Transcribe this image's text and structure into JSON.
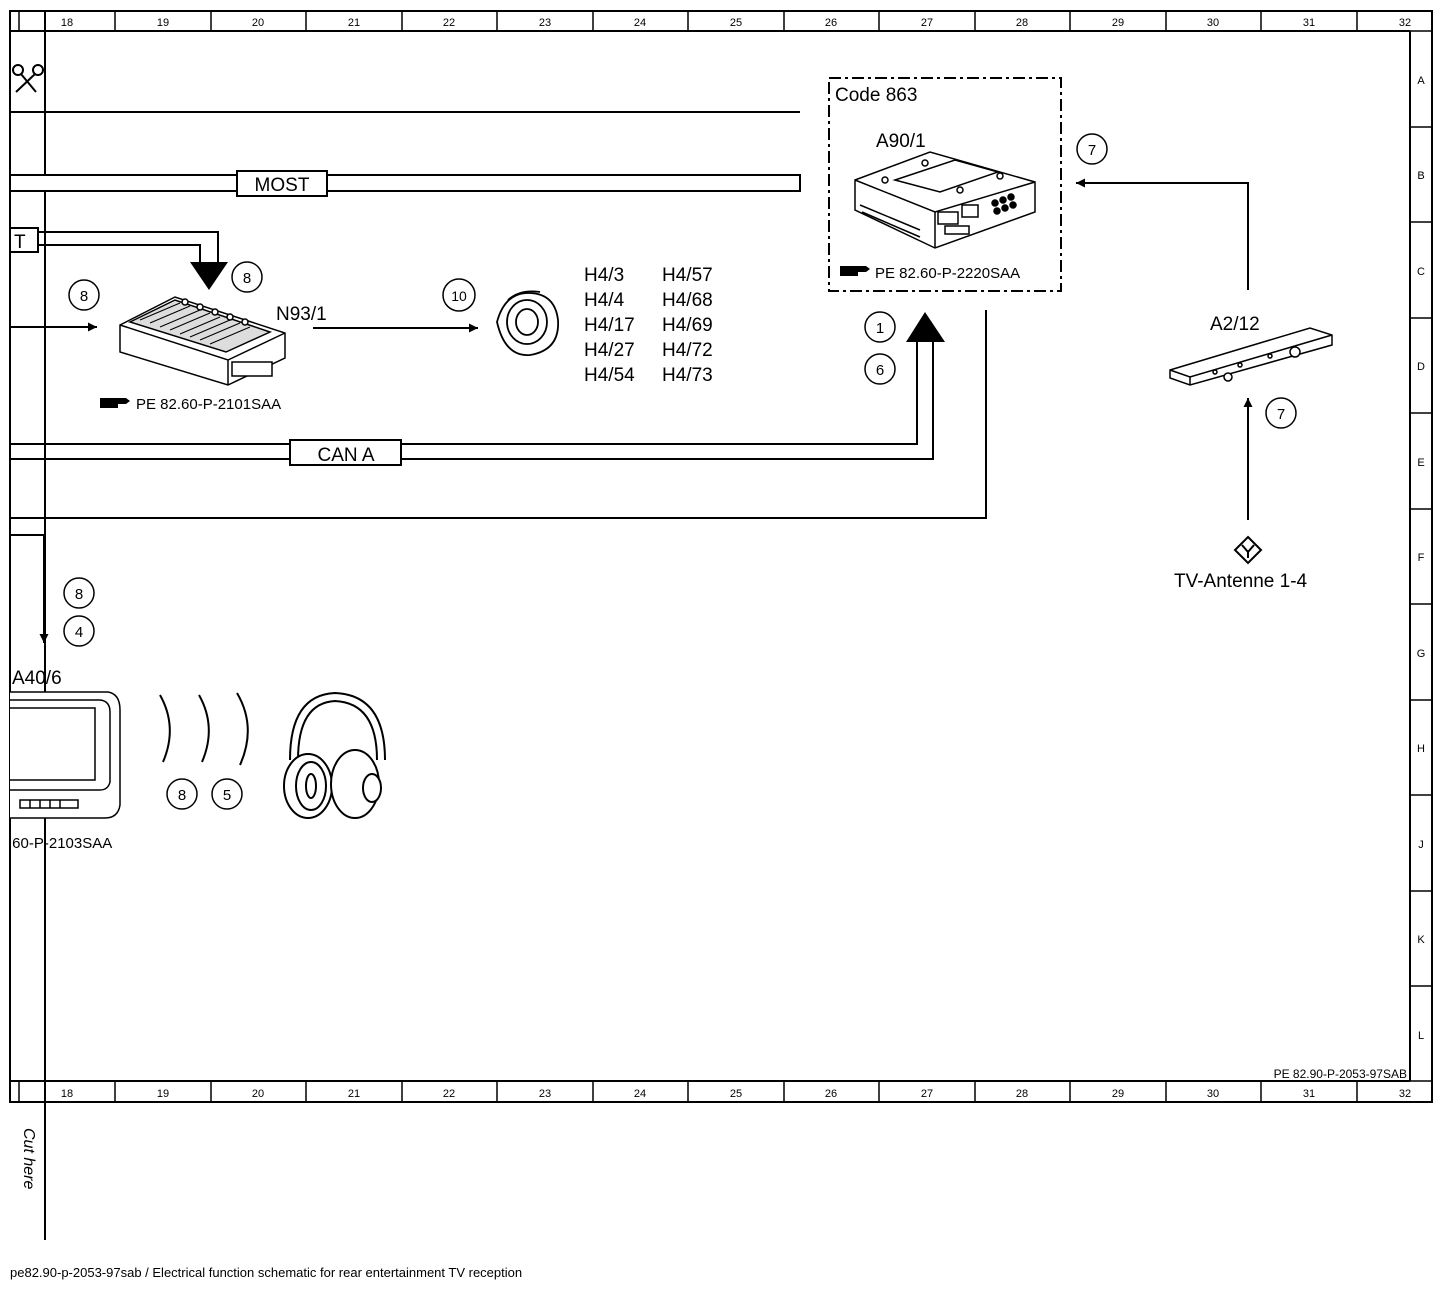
{
  "grid": {
    "columns": [
      "18",
      "19",
      "20",
      "21",
      "22",
      "23",
      "24",
      "25",
      "26",
      "27",
      "28",
      "29",
      "30",
      "31",
      "32"
    ],
    "rows": [
      "A",
      "B",
      "C",
      "D",
      "E",
      "F",
      "G",
      "H",
      "J",
      "K",
      "L"
    ]
  },
  "buses": {
    "most": "MOST",
    "can_a": "CAN A",
    "cut_label_fragment": "T"
  },
  "components": {
    "a90_1": {
      "code": "Code 863",
      "id": "A90/1",
      "ref": "PE 82.60-P-2220SAA"
    },
    "n93_1": {
      "id": "N93/1",
      "ref": "PE 82.60-P-2101SAA"
    },
    "a2_12": {
      "id": "A2/12"
    },
    "a40_6": {
      "id": "A40/6",
      "ref": ".60-P-2103SAA"
    },
    "tv_antenna": {
      "label": "TV-Antenne 1-4"
    }
  },
  "speakers": {
    "col1": [
      "H4/3",
      "H4/4",
      "H4/17",
      "H4/27",
      "H4/54"
    ],
    "col2": [
      "H4/57",
      "H4/68",
      "H4/69",
      "H4/72",
      "H4/73"
    ]
  },
  "markers": {
    "m7a": "7",
    "m7b": "7",
    "m1": "1",
    "m6": "6",
    "m8a": "8",
    "m8b": "8",
    "m10": "10",
    "m8c": "8",
    "m4": "4",
    "m8d": "8",
    "m5": "5"
  },
  "document_id": "PE 82.90-P-2053-97SAB",
  "cut_here": "Cut here",
  "footer": "pe82.90-p-2053-97sab / Electrical function schematic for rear entertainment TV reception"
}
